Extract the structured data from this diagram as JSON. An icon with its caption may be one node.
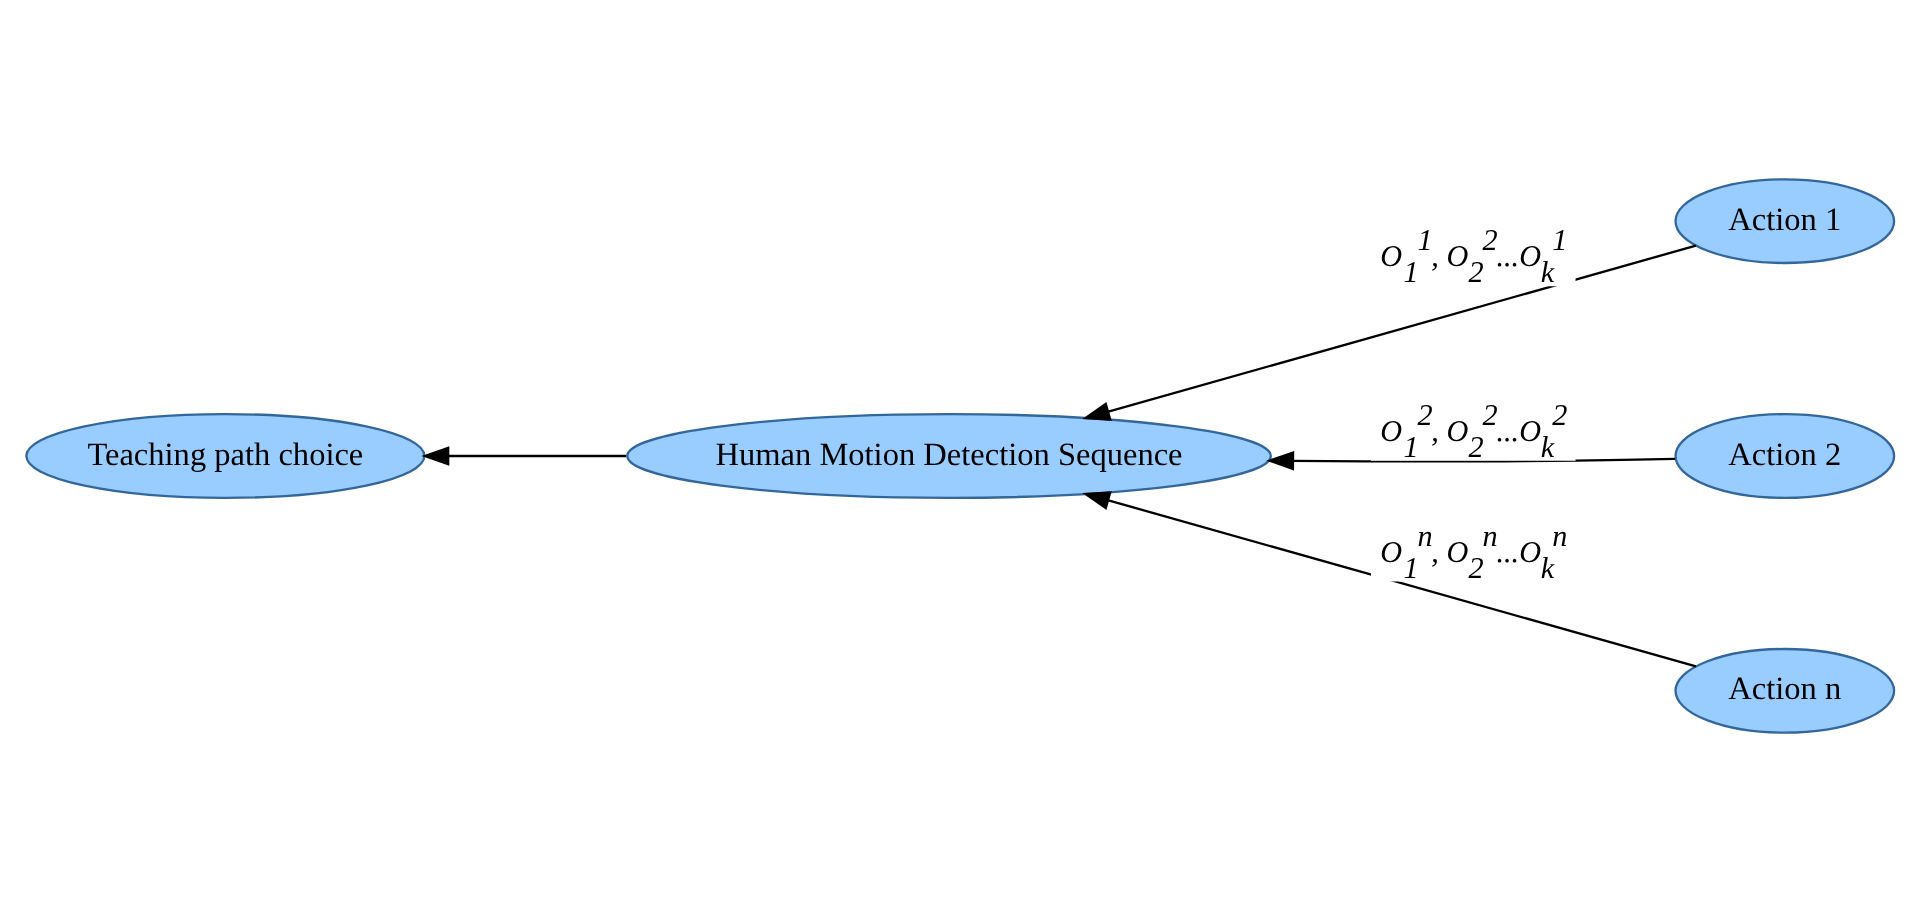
{
  "diagram": {
    "nodes": [
      {
        "text": [
          "Teaching path choice"
        ]
      },
      {
        "text": [
          "Human Motion Detection Sequence"
        ]
      },
      {
        "text": [
          "Action 1"
        ]
      },
      {
        "text": [
          "Action 2"
        ]
      },
      {
        "text": [
          "Action n"
        ]
      }
    ],
    "edges": [
      {
        "from": 1,
        "to": 0,
        "arrow": "to"
      },
      {
        "from": 2,
        "to": 1,
        "arrow": "to",
        "label": "O$_{1}$$^{1}$, O$_{2}$$^{2}$...O$_{k}$$^{1}$"
      },
      {
        "from": 3,
        "to": 1,
        "arrow": "to",
        "label": "O$_{1}$$^{2}$, O$_{2}$$^{2}$...O$_{k}$$^{2}$"
      },
      {
        "from": 4,
        "to": 1,
        "arrow": "to",
        "label": "O$_{1}$$^{n}$, O$_{2}$$^{n}$...O$_{k}$$^{n}$"
      }
    ]
  }
}
